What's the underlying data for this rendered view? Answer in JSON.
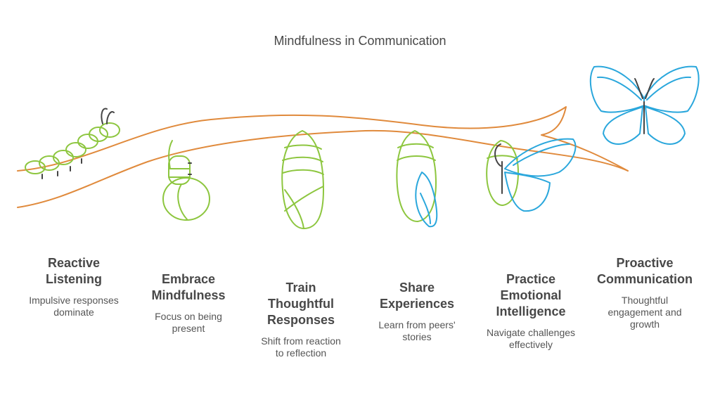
{
  "title": "Mindfulness in Communication",
  "colors": {
    "branch": "#e08a3c",
    "caterpillar": "#8dc63f",
    "butterfly": "#2aa7dc",
    "text": "#484848"
  },
  "stages": [
    {
      "heading_lines": [
        "Reactive",
        "Listening"
      ],
      "description_lines": [
        "Impulsive responses",
        "dominate"
      ],
      "icon": "caterpillar-icon"
    },
    {
      "heading_lines": [
        "Embrace",
        "Mindfulness"
      ],
      "description_lines": [
        "Focus on being",
        "present"
      ],
      "icon": "hanging-caterpillar-icon"
    },
    {
      "heading_lines": [
        "Train",
        "Thoughtful",
        "Responses"
      ],
      "description_lines": [
        "Shift from reaction",
        "to reflection"
      ],
      "icon": "chrysalis-icon"
    },
    {
      "heading_lines": [
        "Share",
        "Experiences"
      ],
      "description_lines": [
        "Learn from peers'",
        "stories"
      ],
      "icon": "emerging-chrysalis-icon"
    },
    {
      "heading_lines": [
        "Practice",
        "Emotional",
        "Intelligence"
      ],
      "description_lines": [
        "Navigate challenges",
        "effectively"
      ],
      "icon": "emerging-butterfly-icon"
    },
    {
      "heading_lines": [
        "Proactive",
        "Communication"
      ],
      "description_lines": [
        "Thoughtful",
        "engagement and",
        "growth"
      ],
      "icon": "butterfly-icon"
    }
  ]
}
